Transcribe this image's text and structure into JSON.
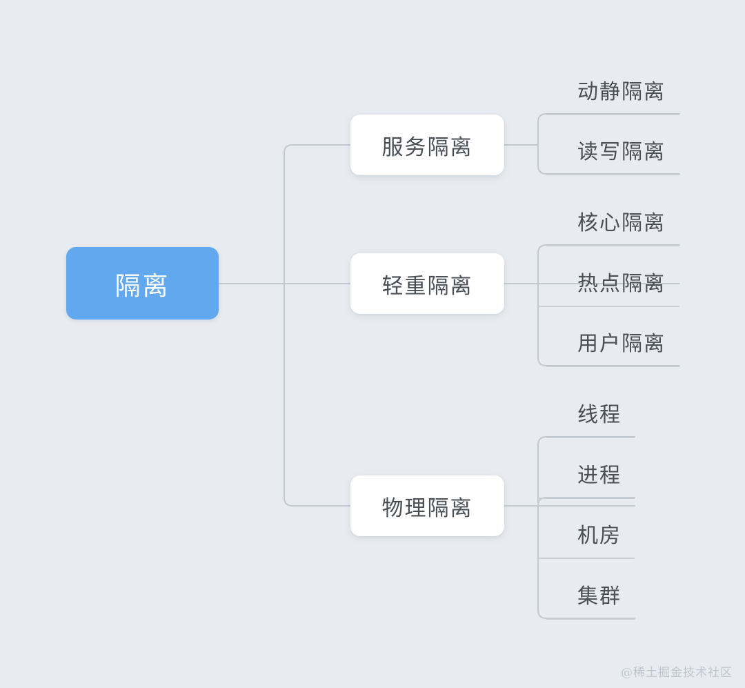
{
  "mindmap": {
    "title": "隔离",
    "background_color": "#e8ebef",
    "root": {
      "label": "隔离",
      "fill": "#62a8ee",
      "text_color": "#ffffff"
    },
    "branches": [
      {
        "label": "服务隔离",
        "leaves": [
          {
            "label": "动静隔离"
          },
          {
            "label": "读写隔离"
          }
        ]
      },
      {
        "label": "轻重隔离",
        "leaves": [
          {
            "label": "核心隔离"
          },
          {
            "label": "热点隔离"
          },
          {
            "label": "用户隔离"
          }
        ]
      },
      {
        "label": "物理隔离",
        "leaves": [
          {
            "label": "线程"
          },
          {
            "label": "进程"
          },
          {
            "label": "机房"
          },
          {
            "label": "集群"
          }
        ]
      }
    ],
    "connector_color": "#c3c9d0",
    "node_text_color": "#4a4f56"
  },
  "watermark": {
    "text": "@稀土掘金技术社区"
  }
}
